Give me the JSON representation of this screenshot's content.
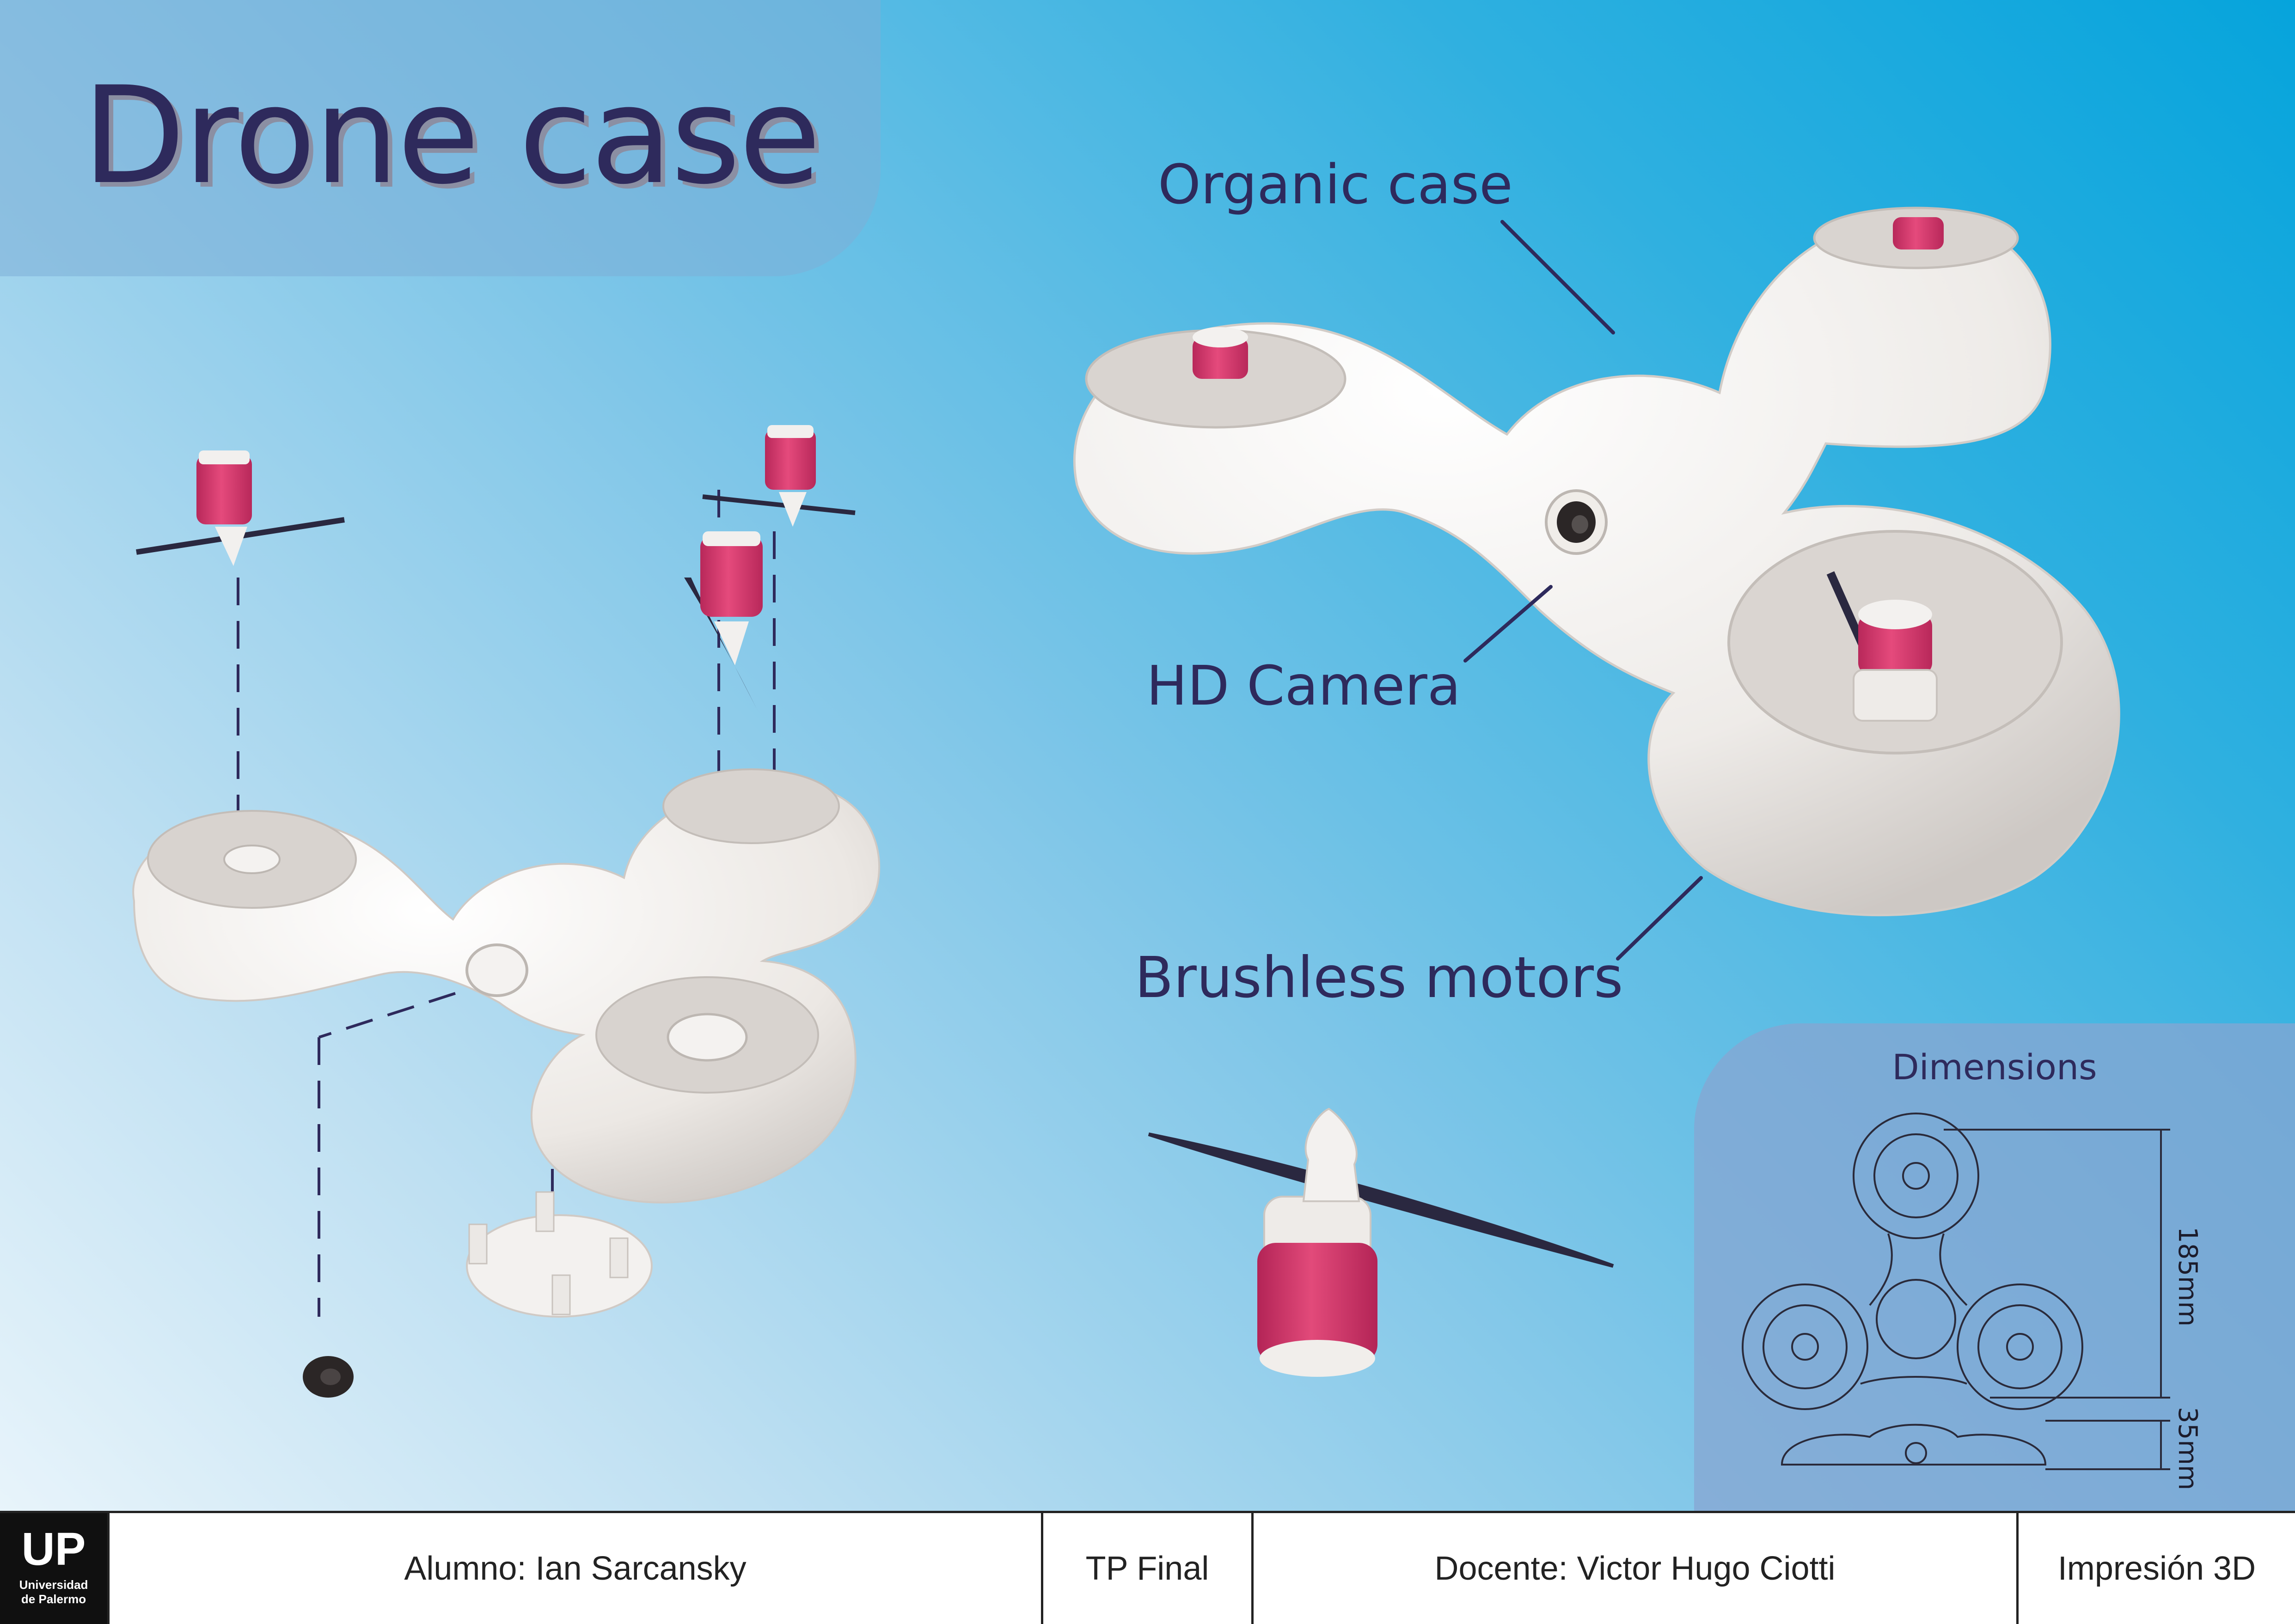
{
  "header": {
    "title": "Drone case"
  },
  "callouts": {
    "organic_case": "Organic case",
    "hd_camera": "HD Camera",
    "brushless_motors": "Brushless motors"
  },
  "dimensions": {
    "title": "Dimensions",
    "height_label": "185mm",
    "depth_label": "35mm"
  },
  "footer": {
    "logo_main": "UP",
    "logo_line1": "Universidad",
    "logo_line2": "de Palermo",
    "student": "Alumno: Ian Sarcansky",
    "assignment": "TP Final",
    "teacher": "Docente: Victor Hugo Ciotti",
    "course": "Impresión 3D"
  },
  "colors": {
    "title_text": "#2e2a5c",
    "case_white": "#eeeae6",
    "motor_pink": "#d63a6a",
    "propeller_dark": "#2a2840"
  }
}
